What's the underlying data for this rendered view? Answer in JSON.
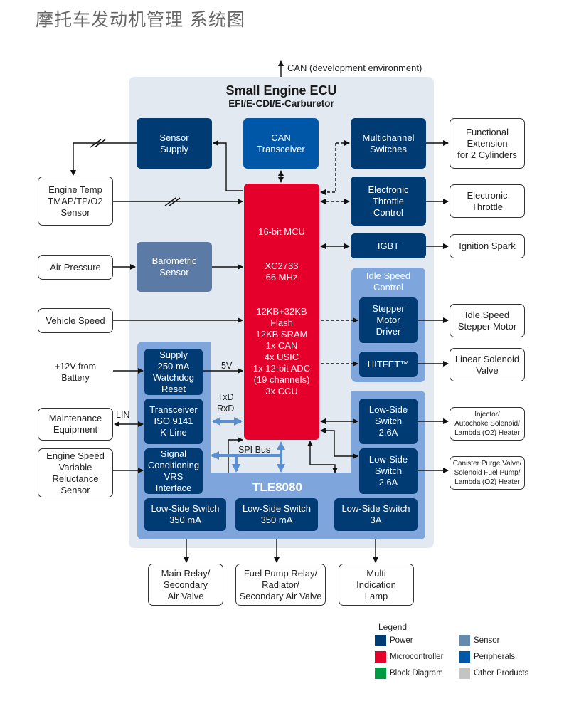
{
  "title": "摩托车发动机管理 系统图",
  "can_label": "CAN (development environment)",
  "ecu": {
    "title": "Small Engine ECU",
    "subtitle": "EFI/E-CDI/E-Carburetor"
  },
  "blocks": {
    "sensor_supply": "Sensor\nSupply",
    "can_transceiver": "CAN\nTransceiver",
    "multichannel_switches": "Multichannel\nSwitches",
    "electronic_throttle_control": "Electronic\nThrottle\nControl",
    "igbt": "IGBT",
    "barometric_sensor": "Barometric\nSensor",
    "idle_speed_control": "Idle Speed\nControl",
    "stepper_motor_driver": "Stepper\nMotor\nDriver",
    "hitfet": "HITFET™",
    "mcu": {
      "line1": "16-bit MCU",
      "line2": "XC2733\n66 MHz",
      "line3": "12KB+32KB\nFlash\n12KB SRAM\n1x CAN\n4x USIC\n1x 12-bit ADC\n(19 channels)\n3x CCU"
    },
    "tle8080": "TLE8080",
    "supply_watchdog": "Supply\n250 mA\nWatchdog\nReset",
    "transceiver_kline": "Transceiver\nISO 9141\nK-Line",
    "signal_conditioning": "Signal\nConditioning\nVRS\nInterface",
    "ls_switch_26a_1": "Low-Side\nSwitch\n2.6A",
    "ls_switch_26a_2": "Low-Side\nSwitch\n2.6A",
    "ls_switch_350_1": "Low-Side Switch\n350 mA",
    "ls_switch_350_2": "Low-Side Switch\n350 mA",
    "ls_switch_3a": "Low-Side Switch\n3A"
  },
  "external": {
    "engine_temp": "Engine Temp\nTMAP/TP/O2\nSensor",
    "air_pressure": "Air Pressure",
    "vehicle_speed": "Vehicle Speed",
    "battery": "+12V from\nBattery",
    "maintenance": "Maintenance\nEquipment",
    "engine_speed": "Engine Speed\nVariable\nReluctance\nSensor",
    "functional_extension": "Functional\nExtension\nfor 2 Cylinders",
    "electronic_throttle": "Electronic\nThrottle",
    "ignition_spark": "Ignition Spark",
    "idle_stepper": "Idle Speed\nStepper Motor",
    "linear_solenoid": "Linear Solenoid\nValve",
    "injector": "Injector/\nAutochoke Solenoid/\nLambda (O2) Heater",
    "canister": "Canister Purge Valve/\nSolenoid Fuel Pump/\nLambda (O2) Heater",
    "main_relay": "Main Relay/\nSecondary\nAir Valve",
    "fuel_pump_relay": "Fuel Pump Relay/\nRadiator/\nSecondary Air Valve",
    "multi_lamp": "Multi\nIndication\nLamp"
  },
  "wire_labels": {
    "v5": "5V",
    "txd_rxd": "TxD\nRxD",
    "lin": "LIN",
    "spi_bus": "SPI Bus"
  },
  "legend": {
    "title": "Legend",
    "items": [
      {
        "label": "Power",
        "color": "#003b73"
      },
      {
        "label": "Sensor",
        "color": "#6689ae"
      },
      {
        "label": "Microcontroller",
        "color": "#e4002b"
      },
      {
        "label": "Peripherals",
        "color": "#0057a8"
      },
      {
        "label": "Block Diagram",
        "color": "#009a44"
      },
      {
        "label": "Other Products",
        "color": "#c4c4c4"
      }
    ]
  }
}
